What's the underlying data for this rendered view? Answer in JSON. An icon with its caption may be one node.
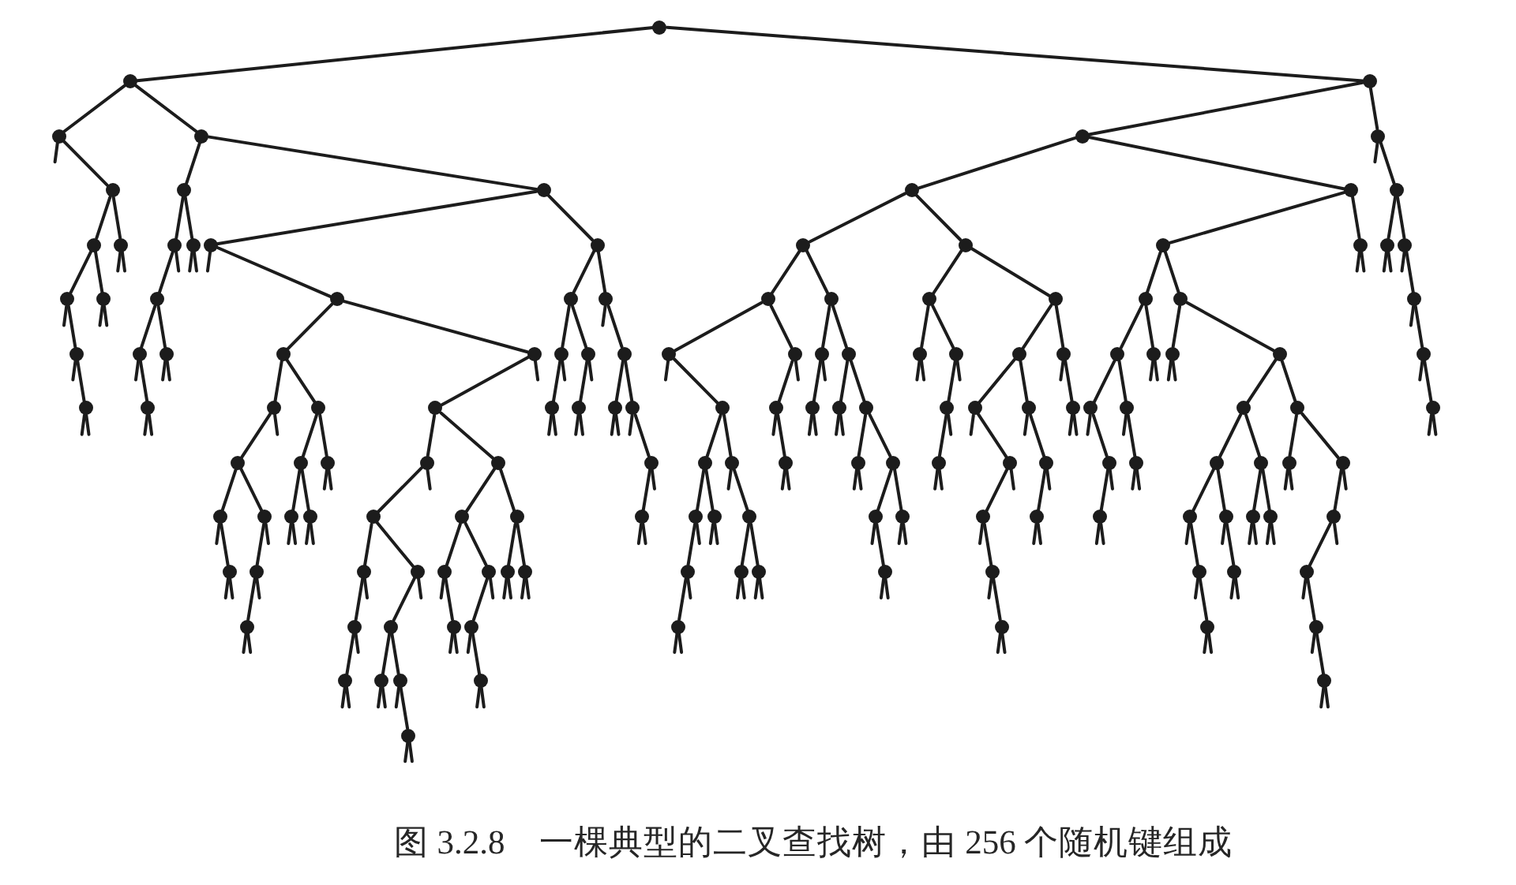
{
  "diagram": {
    "caption": "图 3.2.8　一棵典型的二叉查找树，由 256 个随机键组成",
    "nodes": [
      {
        "text": [],
        "shape": "circle"
      },
      {
        "text": [],
        "shape": "circle"
      },
      {
        "text": [],
        "shape": "circle"
      },
      {
        "text": [],
        "shape": "circle"
      },
      {
        "text": [],
        "shape": "circle"
      },
      {
        "text": [],
        "shape": "circle"
      },
      {
        "text": [],
        "shape": "circle"
      },
      {
        "text": [],
        "shape": "circle"
      },
      {
        "text": [],
        "shape": "circle"
      },
      {
        "text": [],
        "shape": "circle"
      },
      {
        "text": [],
        "shape": "circle"
      },
      {
        "text": [],
        "shape": "circle"
      },
      {
        "text": [],
        "shape": "circle"
      },
      {
        "text": [],
        "shape": "circle"
      },
      {
        "text": [],
        "shape": "circle"
      },
      {
        "text": [],
        "shape": "circle"
      },
      {
        "text": [],
        "shape": "circle"
      },
      {
        "text": [],
        "shape": "circle"
      },
      {
        "text": [],
        "shape": "circle"
      },
      {
        "text": [],
        "shape": "circle"
      },
      {
        "text": [],
        "shape": "circle"
      },
      {
        "text": [],
        "shape": "circle"
      },
      {
        "text": [],
        "shape": "circle"
      },
      {
        "text": [],
        "shape": "circle"
      },
      {
        "text": [],
        "shape": "circle"
      },
      {
        "text": [],
        "shape": "circle"
      },
      {
        "text": [],
        "shape": "circle"
      },
      {
        "text": [],
        "shape": "circle"
      },
      {
        "text": [],
        "shape": "circle"
      },
      {
        "text": [],
        "shape": "circle"
      },
      {
        "text": [],
        "shape": "circle"
      },
      {
        "text": [],
        "shape": "circle"
      },
      {
        "text": [],
        "shape": "circle"
      },
      {
        "text": [],
        "shape": "circle"
      },
      {
        "text": [],
        "shape": "circle"
      },
      {
        "text": [],
        "shape": "circle"
      },
      {
        "text": [],
        "shape": "circle"
      },
      {
        "text": [],
        "shape": "circle"
      },
      {
        "text": [],
        "shape": "circle"
      },
      {
        "text": [],
        "shape": "circle"
      },
      {
        "text": [],
        "shape": "circle"
      },
      {
        "text": [],
        "shape": "circle"
      },
      {
        "text": [],
        "shape": "circle"
      },
      {
        "text": [],
        "shape": "circle"
      },
      {
        "text": [],
        "shape": "circle"
      },
      {
        "text": [],
        "shape": "circle"
      },
      {
        "text": [],
        "shape": "circle"
      },
      {
        "text": [],
        "shape": "circle"
      },
      {
        "text": [],
        "shape": "circle"
      },
      {
        "text": [],
        "shape": "circle"
      },
      {
        "text": [],
        "shape": "circle"
      },
      {
        "text": [],
        "shape": "circle"
      },
      {
        "text": [],
        "shape": "circle"
      },
      {
        "text": [],
        "shape": "circle"
      },
      {
        "text": [],
        "shape": "circle"
      },
      {
        "text": [],
        "shape": "circle"
      },
      {
        "text": [],
        "shape": "circle"
      },
      {
        "text": [],
        "shape": "circle"
      },
      {
        "text": [],
        "shape": "circle"
      },
      {
        "text": [],
        "shape": "circle"
      },
      {
        "text": [],
        "shape": "circle"
      },
      {
        "text": [],
        "shape": "circle"
      },
      {
        "text": [],
        "shape": "circle"
      },
      {
        "text": [],
        "shape": "circle"
      },
      {
        "text": [],
        "shape": "circle"
      },
      {
        "text": [],
        "shape": "circle"
      },
      {
        "text": [],
        "shape": "circle"
      },
      {
        "text": [],
        "shape": "circle"
      },
      {
        "text": [],
        "shape": "circle"
      },
      {
        "text": [],
        "shape": "circle"
      },
      {
        "text": [],
        "shape": "circle"
      },
      {
        "text": [],
        "shape": "circle"
      },
      {
        "text": [],
        "shape": "circle"
      },
      {
        "text": [],
        "shape": "circle"
      },
      {
        "text": [],
        "shape": "circle"
      },
      {
        "text": [],
        "shape": "circle"
      },
      {
        "text": [],
        "shape": "circle"
      },
      {
        "text": [],
        "shape": "circle"
      },
      {
        "text": [],
        "shape": "circle"
      },
      {
        "text": [],
        "shape": "circle"
      },
      {
        "text": [],
        "shape": "circle"
      },
      {
        "text": [],
        "shape": "circle"
      },
      {
        "text": [],
        "shape": "circle"
      },
      {
        "text": [],
        "shape": "circle"
      },
      {
        "text": [],
        "shape": "circle"
      },
      {
        "text": [],
        "shape": "circle"
      },
      {
        "text": [],
        "shape": "circle"
      },
      {
        "text": [],
        "shape": "circle"
      },
      {
        "text": [],
        "shape": "circle"
      },
      {
        "text": [],
        "shape": "circle"
      },
      {
        "text": [],
        "shape": "circle"
      },
      {
        "text": [],
        "shape": "circle"
      },
      {
        "text": [],
        "shape": "circle"
      },
      {
        "text": [],
        "shape": "circle"
      },
      {
        "text": [],
        "shape": "circle"
      },
      {
        "text": [],
        "shape": "circle"
      },
      {
        "text": [],
        "shape": "circle"
      },
      {
        "text": [],
        "shape": "circle"
      },
      {
        "text": [],
        "shape": "circle"
      },
      {
        "text": [],
        "shape": "circle"
      },
      {
        "text": [],
        "shape": "circle"
      },
      {
        "text": [],
        "shape": "circle"
      },
      {
        "text": [],
        "shape": "circle"
      },
      {
        "text": [],
        "shape": "circle"
      },
      {
        "text": [],
        "shape": "circle"
      },
      {
        "text": [],
        "shape": "circle"
      },
      {
        "text": [],
        "shape": "circle"
      },
      {
        "text": [],
        "shape": "circle"
      },
      {
        "text": [],
        "shape": "circle"
      },
      {
        "text": [],
        "shape": "circle"
      },
      {
        "text": [],
        "shape": "circle"
      },
      {
        "text": [],
        "shape": "circle"
      },
      {
        "text": [],
        "shape": "circle"
      },
      {
        "text": [],
        "shape": "circle"
      },
      {
        "text": [],
        "shape": "circle"
      },
      {
        "text": [],
        "shape": "circle"
      },
      {
        "text": [],
        "shape": "circle"
      },
      {
        "text": [],
        "shape": "circle"
      },
      {
        "text": [],
        "shape": "circle"
      },
      {
        "text": [],
        "shape": "circle"
      },
      {
        "text": [],
        "shape": "circle"
      },
      {
        "text": [],
        "shape": "circle"
      },
      {
        "text": [],
        "shape": "circle"
      },
      {
        "text": [],
        "shape": "circle"
      },
      {
        "text": [],
        "shape": "circle"
      },
      {
        "text": [],
        "shape": "circle"
      },
      {
        "text": [],
        "shape": "circle"
      },
      {
        "text": [],
        "shape": "circle"
      },
      {
        "text": [],
        "shape": "circle"
      },
      {
        "text": [],
        "shape": "circle"
      },
      {
        "text": [],
        "shape": "circle"
      },
      {
        "text": [],
        "shape": "circle"
      },
      {
        "text": [],
        "shape": "circle"
      },
      {
        "text": [],
        "shape": "circle"
      },
      {
        "text": [],
        "shape": "circle"
      },
      {
        "text": [],
        "shape": "circle"
      },
      {
        "text": [],
        "shape": "circle"
      },
      {
        "text": [],
        "shape": "circle"
      },
      {
        "text": [],
        "shape": "circle"
      },
      {
        "text": [],
        "shape": "circle"
      },
      {
        "text": [],
        "shape": "circle"
      },
      {
        "text": [],
        "shape": "circle"
      },
      {
        "text": [],
        "shape": "circle"
      },
      {
        "text": [],
        "shape": "circle"
      },
      {
        "text": [],
        "shape": "circle"
      },
      {
        "text": [],
        "shape": "circle"
      },
      {
        "text": [],
        "shape": "circle"
      },
      {
        "text": [],
        "shape": "circle"
      },
      {
        "text": [],
        "shape": "circle"
      },
      {
        "text": [],
        "shape": "circle"
      },
      {
        "text": [],
        "shape": "circle"
      },
      {
        "text": [],
        "shape": "circle"
      },
      {
        "text": [],
        "shape": "circle"
      },
      {
        "text": [],
        "shape": "circle"
      }
    ],
    "edges": [
      {
        "from": 0,
        "to": 1,
        "arrow": "none"
      },
      {
        "from": 0,
        "to": 2,
        "arrow": "none"
      },
      {
        "from": 1,
        "to": 3,
        "arrow": "none"
      },
      {
        "from": 1,
        "to": 4,
        "arrow": "none"
      },
      {
        "from": 2,
        "to": 5,
        "arrow": "none"
      },
      {
        "from": 2,
        "to": 6,
        "arrow": "none"
      },
      {
        "from": 3,
        "to": null,
        "arrow": "none"
      },
      {
        "from": 3,
        "to": 7,
        "arrow": "none"
      },
      {
        "from": 4,
        "to": 8,
        "arrow": "none"
      },
      {
        "from": 4,
        "to": 9,
        "arrow": "none"
      },
      {
        "from": 5,
        "to": 10,
        "arrow": "none"
      },
      {
        "from": 5,
        "to": 11,
        "arrow": "none"
      },
      {
        "from": 6,
        "to": null,
        "arrow": "none"
      },
      {
        "from": 6,
        "to": 12,
        "arrow": "none"
      },
      {
        "from": 7,
        "to": 13,
        "arrow": "none"
      },
      {
        "from": 7,
        "to": 14,
        "arrow": "none"
      },
      {
        "from": 8,
        "to": 15,
        "arrow": "none"
      },
      {
        "from": 8,
        "to": 16,
        "arrow": "none"
      },
      {
        "from": 9,
        "to": 17,
        "arrow": "none"
      },
      {
        "from": 9,
        "to": 18,
        "arrow": "none"
      },
      {
        "from": 10,
        "to": 19,
        "arrow": "none"
      },
      {
        "from": 10,
        "to": 20,
        "arrow": "none"
      },
      {
        "from": 11,
        "to": 21,
        "arrow": "none"
      },
      {
        "from": 11,
        "to": 22,
        "arrow": "none"
      },
      {
        "from": 12,
        "to": 23,
        "arrow": "none"
      },
      {
        "from": 12,
        "to": 24,
        "arrow": "none"
      },
      {
        "from": 13,
        "to": 25,
        "arrow": "none"
      },
      {
        "from": 13,
        "to": 26,
        "arrow": "none"
      },
      {
        "from": 14,
        "to": null,
        "arrow": "none"
      },
      {
        "from": 14,
        "to": null,
        "arrow": "none"
      },
      {
        "from": 15,
        "to": 27,
        "arrow": "none"
      },
      {
        "from": 15,
        "to": null,
        "arrow": "none"
      },
      {
        "from": 16,
        "to": null,
        "arrow": "none"
      },
      {
        "from": 16,
        "to": null,
        "arrow": "none"
      },
      {
        "from": 17,
        "to": null,
        "arrow": "none"
      },
      {
        "from": 17,
        "to": 28,
        "arrow": "none"
      },
      {
        "from": 18,
        "to": 29,
        "arrow": "none"
      },
      {
        "from": 18,
        "to": 30,
        "arrow": "none"
      },
      {
        "from": 19,
        "to": 31,
        "arrow": "none"
      },
      {
        "from": 19,
        "to": 32,
        "arrow": "none"
      },
      {
        "from": 20,
        "to": 33,
        "arrow": "none"
      },
      {
        "from": 20,
        "to": 34,
        "arrow": "none"
      },
      {
        "from": 21,
        "to": 35,
        "arrow": "none"
      },
      {
        "from": 21,
        "to": 36,
        "arrow": "none"
      },
      {
        "from": 22,
        "to": null,
        "arrow": "none"
      },
      {
        "from": 22,
        "to": null,
        "arrow": "none"
      },
      {
        "from": 23,
        "to": null,
        "arrow": "none"
      },
      {
        "from": 23,
        "to": null,
        "arrow": "none"
      },
      {
        "from": 24,
        "to": null,
        "arrow": "none"
      },
      {
        "from": 24,
        "to": 37,
        "arrow": "none"
      },
      {
        "from": 25,
        "to": null,
        "arrow": "none"
      },
      {
        "from": 25,
        "to": 38,
        "arrow": "none"
      },
      {
        "from": 26,
        "to": null,
        "arrow": "none"
      },
      {
        "from": 26,
        "to": null,
        "arrow": "none"
      },
      {
        "from": 27,
        "to": 39,
        "arrow": "none"
      },
      {
        "from": 27,
        "to": 40,
        "arrow": "none"
      },
      {
        "from": 28,
        "to": 41,
        "arrow": "none"
      },
      {
        "from": 28,
        "to": 42,
        "arrow": "none"
      },
      {
        "from": 29,
        "to": 43,
        "arrow": "none"
      },
      {
        "from": 29,
        "to": 44,
        "arrow": "none"
      },
      {
        "from": 30,
        "to": null,
        "arrow": "none"
      },
      {
        "from": 30,
        "to": 45,
        "arrow": "none"
      },
      {
        "from": 31,
        "to": 46,
        "arrow": "none"
      },
      {
        "from": 31,
        "to": 47,
        "arrow": "none"
      },
      {
        "from": 32,
        "to": 48,
        "arrow": "none"
      },
      {
        "from": 32,
        "to": 49,
        "arrow": "none"
      },
      {
        "from": 33,
        "to": 50,
        "arrow": "none"
      },
      {
        "from": 33,
        "to": 51,
        "arrow": "none"
      },
      {
        "from": 34,
        "to": 52,
        "arrow": "none"
      },
      {
        "from": 34,
        "to": 53,
        "arrow": "none"
      },
      {
        "from": 35,
        "to": 54,
        "arrow": "none"
      },
      {
        "from": 35,
        "to": 55,
        "arrow": "none"
      },
      {
        "from": 36,
        "to": 56,
        "arrow": "none"
      },
      {
        "from": 36,
        "to": 57,
        "arrow": "none"
      },
      {
        "from": 37,
        "to": null,
        "arrow": "none"
      },
      {
        "from": 37,
        "to": 58,
        "arrow": "none"
      },
      {
        "from": 38,
        "to": null,
        "arrow": "none"
      },
      {
        "from": 38,
        "to": 59,
        "arrow": "none"
      },
      {
        "from": 39,
        "to": null,
        "arrow": "none"
      },
      {
        "from": 39,
        "to": 60,
        "arrow": "none"
      },
      {
        "from": 40,
        "to": null,
        "arrow": "none"
      },
      {
        "from": 40,
        "to": null,
        "arrow": "none"
      },
      {
        "from": 41,
        "to": 61,
        "arrow": "none"
      },
      {
        "from": 41,
        "to": 62,
        "arrow": "none"
      },
      {
        "from": 42,
        "to": 63,
        "arrow": "none"
      },
      {
        "from": 42,
        "to": null,
        "arrow": "none"
      },
      {
        "from": 43,
        "to": 64,
        "arrow": "none"
      },
      {
        "from": 43,
        "to": null,
        "arrow": "none"
      },
      {
        "from": 44,
        "to": 65,
        "arrow": "none"
      },
      {
        "from": 44,
        "to": null,
        "arrow": "none"
      },
      {
        "from": 45,
        "to": 66,
        "arrow": "none"
      },
      {
        "from": 45,
        "to": 67,
        "arrow": "none"
      },
      {
        "from": 46,
        "to": null,
        "arrow": "none"
      },
      {
        "from": 46,
        "to": 68,
        "arrow": "none"
      },
      {
        "from": 47,
        "to": 69,
        "arrow": "none"
      },
      {
        "from": 47,
        "to": null,
        "arrow": "none"
      },
      {
        "from": 48,
        "to": 70,
        "arrow": "none"
      },
      {
        "from": 48,
        "to": null,
        "arrow": "none"
      },
      {
        "from": 49,
        "to": 71,
        "arrow": "none"
      },
      {
        "from": 49,
        "to": 72,
        "arrow": "none"
      },
      {
        "from": 50,
        "to": null,
        "arrow": "none"
      },
      {
        "from": 50,
        "to": null,
        "arrow": "none"
      },
      {
        "from": 51,
        "to": 73,
        "arrow": "none"
      },
      {
        "from": 51,
        "to": null,
        "arrow": "none"
      },
      {
        "from": 52,
        "to": 74,
        "arrow": "none"
      },
      {
        "from": 52,
        "to": 75,
        "arrow": "none"
      },
      {
        "from": 53,
        "to": null,
        "arrow": "none"
      },
      {
        "from": 53,
        "to": 76,
        "arrow": "none"
      },
      {
        "from": 54,
        "to": 77,
        "arrow": "none"
      },
      {
        "from": 54,
        "to": 78,
        "arrow": "none"
      },
      {
        "from": 55,
        "to": null,
        "arrow": "none"
      },
      {
        "from": 55,
        "to": null,
        "arrow": "none"
      },
      {
        "from": 56,
        "to": null,
        "arrow": "none"
      },
      {
        "from": 56,
        "to": null,
        "arrow": "none"
      },
      {
        "from": 57,
        "to": 79,
        "arrow": "none"
      },
      {
        "from": 57,
        "to": 80,
        "arrow": "none"
      },
      {
        "from": 58,
        "to": null,
        "arrow": "none"
      },
      {
        "from": 58,
        "to": 81,
        "arrow": "none"
      },
      {
        "from": 59,
        "to": null,
        "arrow": "none"
      },
      {
        "from": 59,
        "to": null,
        "arrow": "none"
      },
      {
        "from": 60,
        "to": null,
        "arrow": "none"
      },
      {
        "from": 60,
        "to": null,
        "arrow": "none"
      },
      {
        "from": 61,
        "to": 82,
        "arrow": "none"
      },
      {
        "from": 61,
        "to": null,
        "arrow": "none"
      },
      {
        "from": 62,
        "to": 83,
        "arrow": "none"
      },
      {
        "from": 62,
        "to": 84,
        "arrow": "none"
      },
      {
        "from": 63,
        "to": 85,
        "arrow": "none"
      },
      {
        "from": 63,
        "to": 86,
        "arrow": "none"
      },
      {
        "from": 64,
        "to": null,
        "arrow": "none"
      },
      {
        "from": 64,
        "to": null,
        "arrow": "none"
      },
      {
        "from": 65,
        "to": null,
        "arrow": "none"
      },
      {
        "from": 65,
        "to": null,
        "arrow": "none"
      },
      {
        "from": 66,
        "to": null,
        "arrow": "none"
      },
      {
        "from": 66,
        "to": null,
        "arrow": "none"
      },
      {
        "from": 67,
        "to": null,
        "arrow": "none"
      },
      {
        "from": 67,
        "to": 87,
        "arrow": "none"
      },
      {
        "from": 68,
        "to": 88,
        "arrow": "none"
      },
      {
        "from": 68,
        "to": 89,
        "arrow": "none"
      },
      {
        "from": 69,
        "to": null,
        "arrow": "none"
      },
      {
        "from": 69,
        "to": 90,
        "arrow": "none"
      },
      {
        "from": 70,
        "to": null,
        "arrow": "none"
      },
      {
        "from": 70,
        "to": null,
        "arrow": "none"
      },
      {
        "from": 71,
        "to": null,
        "arrow": "none"
      },
      {
        "from": 71,
        "to": null,
        "arrow": "none"
      },
      {
        "from": 72,
        "to": 91,
        "arrow": "none"
      },
      {
        "from": 72,
        "to": 92,
        "arrow": "none"
      },
      {
        "from": 73,
        "to": 93,
        "arrow": "none"
      },
      {
        "from": 73,
        "to": null,
        "arrow": "none"
      },
      {
        "from": 74,
        "to": null,
        "arrow": "none"
      },
      {
        "from": 74,
        "to": 94,
        "arrow": "none"
      },
      {
        "from": 75,
        "to": null,
        "arrow": "none"
      },
      {
        "from": 75,
        "to": 95,
        "arrow": "none"
      },
      {
        "from": 76,
        "to": null,
        "arrow": "none"
      },
      {
        "from": 76,
        "to": null,
        "arrow": "none"
      },
      {
        "from": 77,
        "to": null,
        "arrow": "none"
      },
      {
        "from": 77,
        "to": 96,
        "arrow": "none"
      },
      {
        "from": 78,
        "to": null,
        "arrow": "none"
      },
      {
        "from": 78,
        "to": 97,
        "arrow": "none"
      },
      {
        "from": 79,
        "to": 98,
        "arrow": "none"
      },
      {
        "from": 79,
        "to": 99,
        "arrow": "none"
      },
      {
        "from": 80,
        "to": 100,
        "arrow": "none"
      },
      {
        "from": 80,
        "to": 101,
        "arrow": "none"
      },
      {
        "from": 81,
        "to": null,
        "arrow": "none"
      },
      {
        "from": 81,
        "to": null,
        "arrow": "none"
      },
      {
        "from": 82,
        "to": 102,
        "arrow": "none"
      },
      {
        "from": 82,
        "to": 103,
        "arrow": "none"
      },
      {
        "from": 83,
        "to": 104,
        "arrow": "none"
      },
      {
        "from": 83,
        "to": 105,
        "arrow": "none"
      },
      {
        "from": 84,
        "to": null,
        "arrow": "none"
      },
      {
        "from": 84,
        "to": null,
        "arrow": "none"
      },
      {
        "from": 85,
        "to": 106,
        "arrow": "none"
      },
      {
        "from": 85,
        "to": null,
        "arrow": "none"
      },
      {
        "from": 86,
        "to": 107,
        "arrow": "none"
      },
      {
        "from": 86,
        "to": 108,
        "arrow": "none"
      },
      {
        "from": 87,
        "to": 109,
        "arrow": "none"
      },
      {
        "from": 87,
        "to": null,
        "arrow": "none"
      },
      {
        "from": 88,
        "to": 110,
        "arrow": "none"
      },
      {
        "from": 88,
        "to": 111,
        "arrow": "none"
      },
      {
        "from": 89,
        "to": null,
        "arrow": "none"
      },
      {
        "from": 89,
        "to": 112,
        "arrow": "none"
      },
      {
        "from": 90,
        "to": null,
        "arrow": "none"
      },
      {
        "from": 90,
        "to": null,
        "arrow": "none"
      },
      {
        "from": 91,
        "to": null,
        "arrow": "none"
      },
      {
        "from": 91,
        "to": null,
        "arrow": "none"
      },
      {
        "from": 92,
        "to": 113,
        "arrow": "none"
      },
      {
        "from": 92,
        "to": 114,
        "arrow": "none"
      },
      {
        "from": 93,
        "to": null,
        "arrow": "none"
      },
      {
        "from": 93,
        "to": null,
        "arrow": "none"
      },
      {
        "from": 94,
        "to": 115,
        "arrow": "none"
      },
      {
        "from": 94,
        "to": null,
        "arrow": "none"
      },
      {
        "from": 95,
        "to": 116,
        "arrow": "none"
      },
      {
        "from": 95,
        "to": null,
        "arrow": "none"
      },
      {
        "from": 96,
        "to": 117,
        "arrow": "none"
      },
      {
        "from": 96,
        "to": null,
        "arrow": "none"
      },
      {
        "from": 97,
        "to": null,
        "arrow": "none"
      },
      {
        "from": 97,
        "to": null,
        "arrow": "none"
      },
      {
        "from": 98,
        "to": 118,
        "arrow": "none"
      },
      {
        "from": 98,
        "to": 119,
        "arrow": "none"
      },
      {
        "from": 99,
        "to": 120,
        "arrow": "none"
      },
      {
        "from": 99,
        "to": 121,
        "arrow": "none"
      },
      {
        "from": 100,
        "to": null,
        "arrow": "none"
      },
      {
        "from": 100,
        "to": null,
        "arrow": "none"
      },
      {
        "from": 101,
        "to": 122,
        "arrow": "none"
      },
      {
        "from": 101,
        "to": null,
        "arrow": "none"
      },
      {
        "from": 102,
        "to": null,
        "arrow": "none"
      },
      {
        "from": 102,
        "to": 123,
        "arrow": "none"
      },
      {
        "from": 103,
        "to": 124,
        "arrow": "none"
      },
      {
        "from": 103,
        "to": null,
        "arrow": "none"
      },
      {
        "from": 104,
        "to": null,
        "arrow": "none"
      },
      {
        "from": 104,
        "to": null,
        "arrow": "none"
      },
      {
        "from": 105,
        "to": null,
        "arrow": "none"
      },
      {
        "from": 105,
        "to": null,
        "arrow": "none"
      },
      {
        "from": 106,
        "to": 125,
        "arrow": "none"
      },
      {
        "from": 106,
        "to": 126,
        "arrow": "none"
      },
      {
        "from": 107,
        "to": 127,
        "arrow": "none"
      },
      {
        "from": 107,
        "to": 128,
        "arrow": "none"
      },
      {
        "from": 108,
        "to": 129,
        "arrow": "none"
      },
      {
        "from": 108,
        "to": 130,
        "arrow": "none"
      },
      {
        "from": 109,
        "to": null,
        "arrow": "none"
      },
      {
        "from": 109,
        "to": null,
        "arrow": "none"
      },
      {
        "from": 110,
        "to": 131,
        "arrow": "none"
      },
      {
        "from": 110,
        "to": null,
        "arrow": "none"
      },
      {
        "from": 111,
        "to": null,
        "arrow": "none"
      },
      {
        "from": 111,
        "to": null,
        "arrow": "none"
      },
      {
        "from": 112,
        "to": 132,
        "arrow": "none"
      },
      {
        "from": 112,
        "to": 133,
        "arrow": "none"
      },
      {
        "from": 113,
        "to": null,
        "arrow": "none"
      },
      {
        "from": 113,
        "to": 134,
        "arrow": "none"
      },
      {
        "from": 114,
        "to": null,
        "arrow": "none"
      },
      {
        "from": 114,
        "to": null,
        "arrow": "none"
      },
      {
        "from": 115,
        "to": null,
        "arrow": "none"
      },
      {
        "from": 115,
        "to": 135,
        "arrow": "none"
      },
      {
        "from": 116,
        "to": null,
        "arrow": "none"
      },
      {
        "from": 116,
        "to": null,
        "arrow": "none"
      },
      {
        "from": 117,
        "to": null,
        "arrow": "none"
      },
      {
        "from": 117,
        "to": null,
        "arrow": "none"
      },
      {
        "from": 118,
        "to": null,
        "arrow": "none"
      },
      {
        "from": 118,
        "to": 136,
        "arrow": "none"
      },
      {
        "from": 119,
        "to": null,
        "arrow": "none"
      },
      {
        "from": 119,
        "to": 137,
        "arrow": "none"
      },
      {
        "from": 120,
        "to": null,
        "arrow": "none"
      },
      {
        "from": 120,
        "to": null,
        "arrow": "none"
      },
      {
        "from": 121,
        "to": null,
        "arrow": "none"
      },
      {
        "from": 121,
        "to": null,
        "arrow": "none"
      },
      {
        "from": 122,
        "to": 138,
        "arrow": "none"
      },
      {
        "from": 122,
        "to": null,
        "arrow": "none"
      },
      {
        "from": 123,
        "to": null,
        "arrow": "none"
      },
      {
        "from": 123,
        "to": null,
        "arrow": "none"
      },
      {
        "from": 124,
        "to": 139,
        "arrow": "none"
      },
      {
        "from": 124,
        "to": null,
        "arrow": "none"
      },
      {
        "from": 125,
        "to": 140,
        "arrow": "none"
      },
      {
        "from": 125,
        "to": null,
        "arrow": "none"
      },
      {
        "from": 126,
        "to": 141,
        "arrow": "none"
      },
      {
        "from": 126,
        "to": null,
        "arrow": "none"
      },
      {
        "from": 127,
        "to": null,
        "arrow": "none"
      },
      {
        "from": 127,
        "to": 142,
        "arrow": "none"
      },
      {
        "from": 128,
        "to": 143,
        "arrow": "none"
      },
      {
        "from": 128,
        "to": null,
        "arrow": "none"
      },
      {
        "from": 129,
        "to": null,
        "arrow": "none"
      },
      {
        "from": 129,
        "to": null,
        "arrow": "none"
      },
      {
        "from": 130,
        "to": null,
        "arrow": "none"
      },
      {
        "from": 130,
        "to": null,
        "arrow": "none"
      },
      {
        "from": 131,
        "to": 144,
        "arrow": "none"
      },
      {
        "from": 131,
        "to": null,
        "arrow": "none"
      },
      {
        "from": 132,
        "to": null,
        "arrow": "none"
      },
      {
        "from": 132,
        "to": null,
        "arrow": "none"
      },
      {
        "from": 133,
        "to": null,
        "arrow": "none"
      },
      {
        "from": 133,
        "to": null,
        "arrow": "none"
      },
      {
        "from": 134,
        "to": null,
        "arrow": "none"
      },
      {
        "from": 134,
        "to": null,
        "arrow": "none"
      },
      {
        "from": 135,
        "to": null,
        "arrow": "none"
      },
      {
        "from": 135,
        "to": 145,
        "arrow": "none"
      },
      {
        "from": 136,
        "to": null,
        "arrow": "none"
      },
      {
        "from": 136,
        "to": 146,
        "arrow": "none"
      },
      {
        "from": 137,
        "to": null,
        "arrow": "none"
      },
      {
        "from": 137,
        "to": null,
        "arrow": "none"
      },
      {
        "from": 138,
        "to": null,
        "arrow": "none"
      },
      {
        "from": 138,
        "to": 147,
        "arrow": "none"
      },
      {
        "from": 139,
        "to": null,
        "arrow": "none"
      },
      {
        "from": 139,
        "to": null,
        "arrow": "none"
      },
      {
        "from": 140,
        "to": 148,
        "arrow": "none"
      },
      {
        "from": 140,
        "to": null,
        "arrow": "none"
      },
      {
        "from": 141,
        "to": 149,
        "arrow": "none"
      },
      {
        "from": 141,
        "to": 150,
        "arrow": "none"
      },
      {
        "from": 142,
        "to": null,
        "arrow": "none"
      },
      {
        "from": 142,
        "to": null,
        "arrow": "none"
      },
      {
        "from": 143,
        "to": null,
        "arrow": "none"
      },
      {
        "from": 143,
        "to": 151,
        "arrow": "none"
      },
      {
        "from": 144,
        "to": null,
        "arrow": "none"
      },
      {
        "from": 144,
        "to": null,
        "arrow": "none"
      },
      {
        "from": 145,
        "to": null,
        "arrow": "none"
      },
      {
        "from": 145,
        "to": null,
        "arrow": "none"
      },
      {
        "from": 146,
        "to": null,
        "arrow": "none"
      },
      {
        "from": 146,
        "to": null,
        "arrow": "none"
      },
      {
        "from": 147,
        "to": null,
        "arrow": "none"
      },
      {
        "from": 147,
        "to": 152,
        "arrow": "none"
      },
      {
        "from": 148,
        "to": null,
        "arrow": "none"
      },
      {
        "from": 148,
        "to": null,
        "arrow": "none"
      },
      {
        "from": 149,
        "to": null,
        "arrow": "none"
      },
      {
        "from": 149,
        "to": null,
        "arrow": "none"
      },
      {
        "from": 150,
        "to": null,
        "arrow": "none"
      },
      {
        "from": 150,
        "to": 153,
        "arrow": "none"
      },
      {
        "from": 151,
        "to": null,
        "arrow": "none"
      },
      {
        "from": 151,
        "to": null,
        "arrow": "none"
      },
      {
        "from": 152,
        "to": null,
        "arrow": "none"
      },
      {
        "from": 152,
        "to": null,
        "arrow": "none"
      },
      {
        "from": 153,
        "to": null,
        "arrow": "none"
      },
      {
        "from": 153,
        "to": null,
        "arrow": "none"
      }
    ]
  }
}
